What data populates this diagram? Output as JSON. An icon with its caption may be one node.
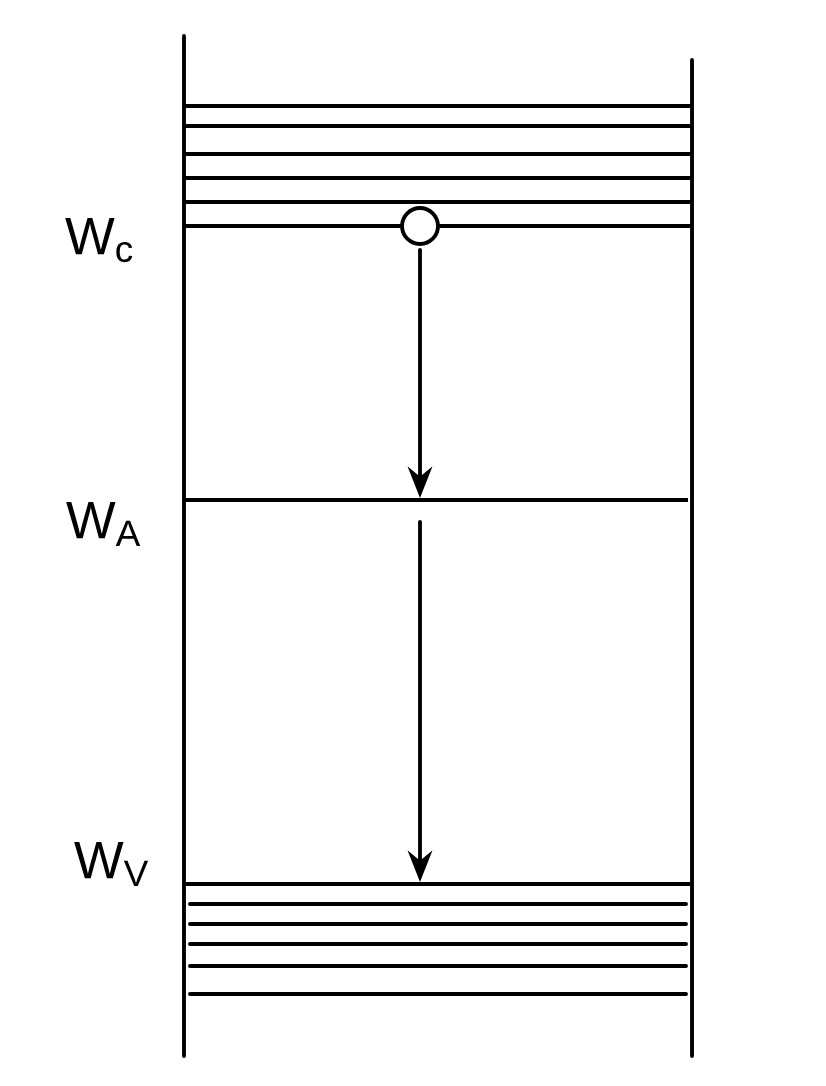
{
  "diagram": {
    "nodes": [
      {
        "text": [],
        "shape": "circle"
      },
      {
        "text": [],
        "shape": "bar",
        "beside": [
          "W$_{A}$"
        ]
      },
      {
        "text": [],
        "shape": "bar",
        "beside": [
          "W$_{V}$"
        ]
      }
    ],
    "edges": [
      {
        "from": 0,
        "to": 1,
        "arrow": "to"
      },
      {
        "from": 1,
        "to": 2,
        "arrow": "to"
      }
    ],
    "labels": [
      "W$_{c}$"
    ]
  }
}
